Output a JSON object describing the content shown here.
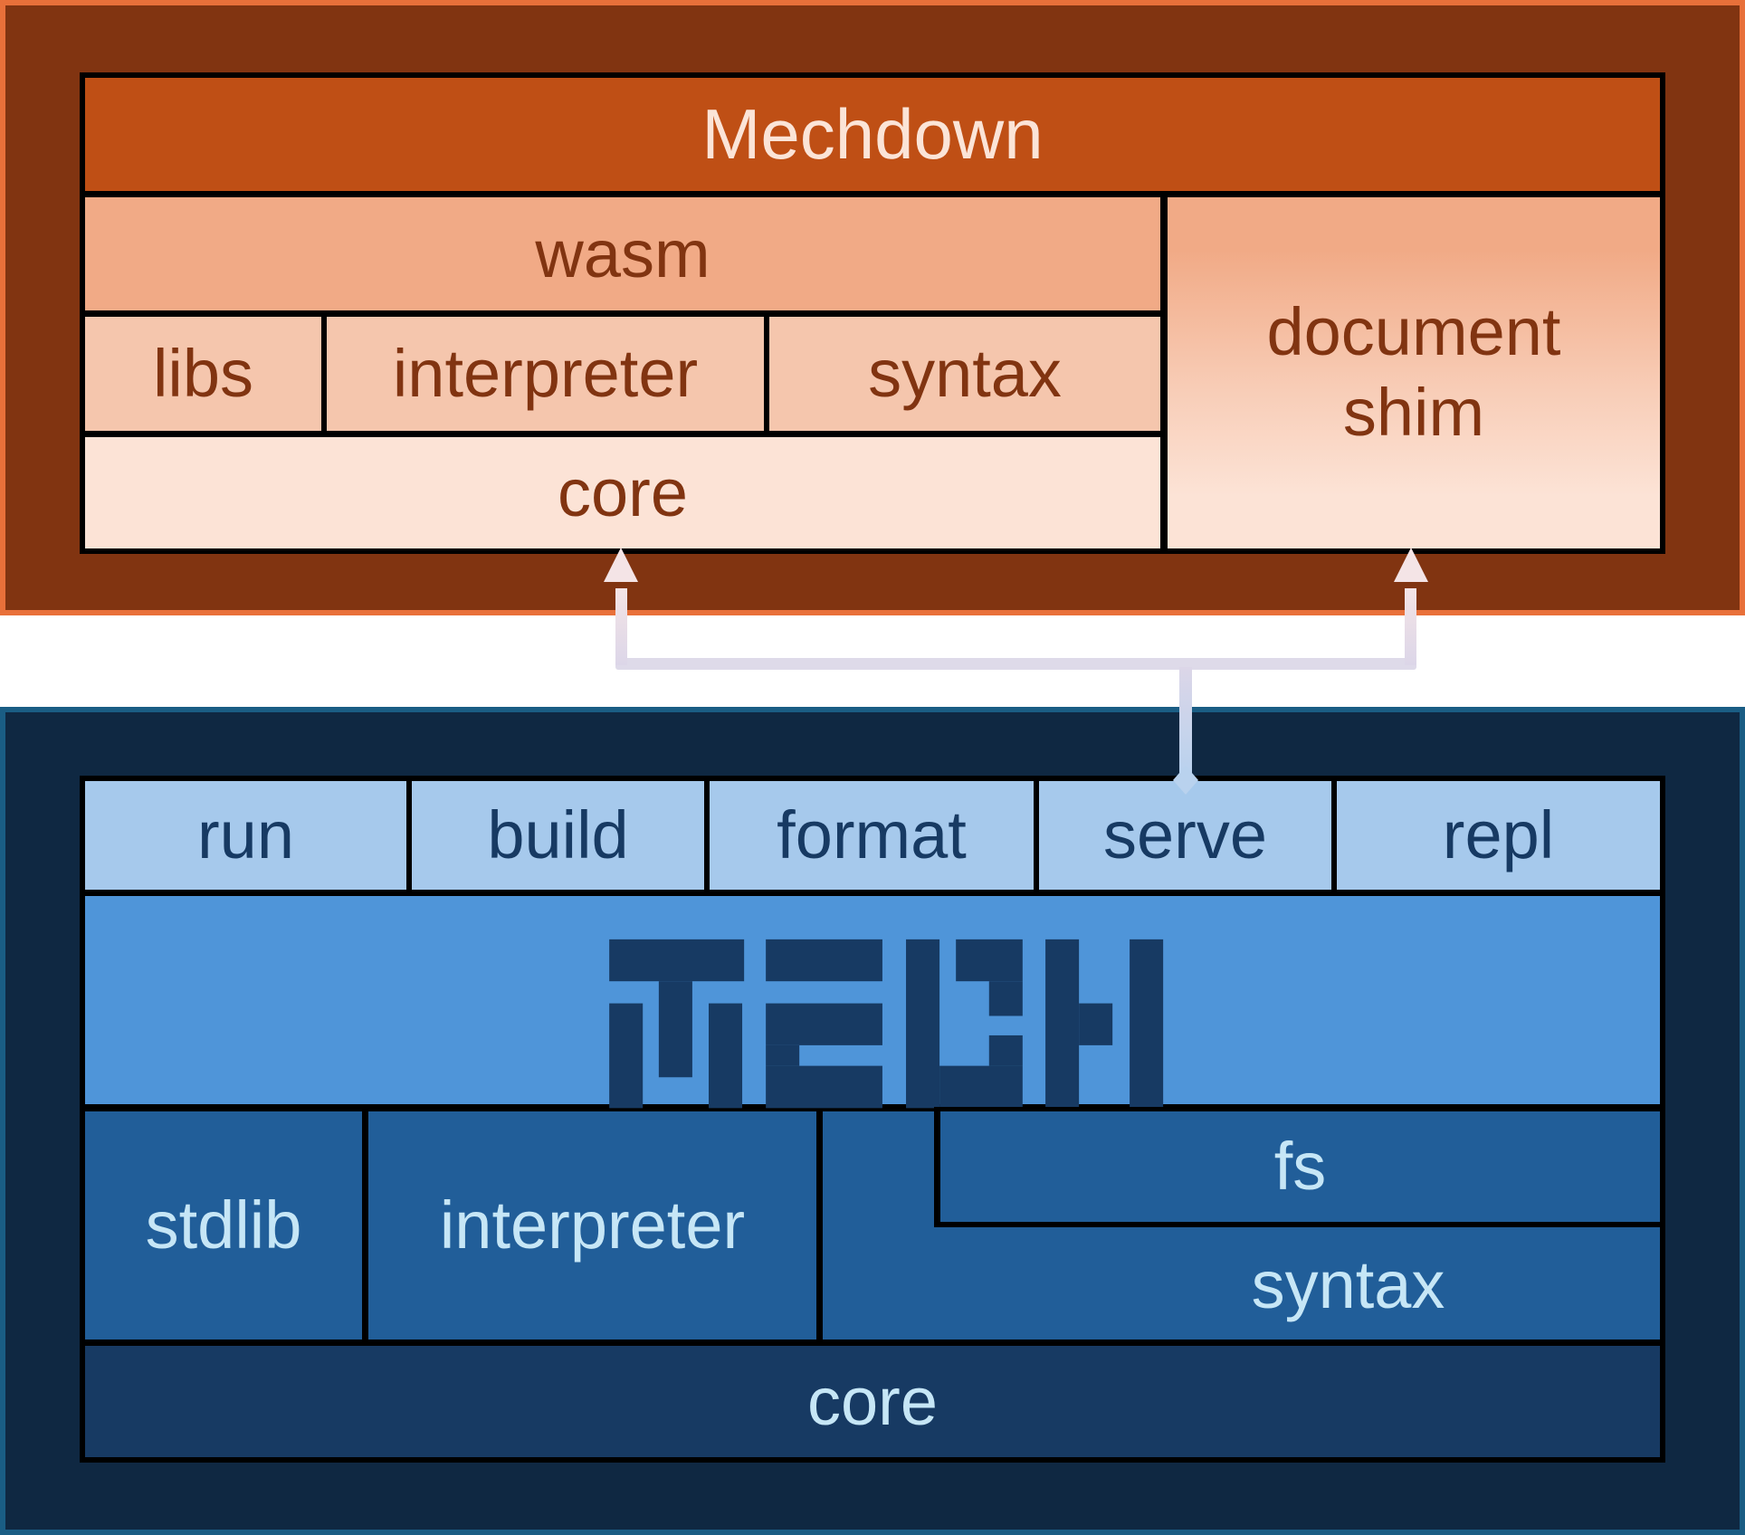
{
  "mechdown": {
    "title": "Mechdown",
    "wasm": "wasm",
    "libs": "libs",
    "interpreter": "interpreter",
    "syntax": "syntax",
    "core": "core",
    "document_shim_line1": "document",
    "document_shim_line2": "shim"
  },
  "mech": {
    "logo": "MECH",
    "commands": [
      "run",
      "build",
      "format",
      "serve",
      "repl"
    ],
    "stdlib": "stdlib",
    "interpreter": "interpreter",
    "fs": "fs",
    "syntax": "syntax",
    "core": "core"
  },
  "connector": {
    "from": "serve",
    "to": [
      "core",
      "document shim"
    ]
  },
  "colors": {
    "mechdown_border": "#E8703A",
    "mechdown_bg": "#813411",
    "mechdown_title": "#BF4F15",
    "mechdown_text": "#813411",
    "mech_border": "#1A5D84",
    "mech_bg": "#0F2842",
    "mech_commands": "#A6C9EC",
    "mech_logo_band": "#4F95D9",
    "mech_logo": "#173A63",
    "mech_mid": "#215E99",
    "mech_core": "#173A63",
    "mech_light_text": "#C6E6F6"
  }
}
